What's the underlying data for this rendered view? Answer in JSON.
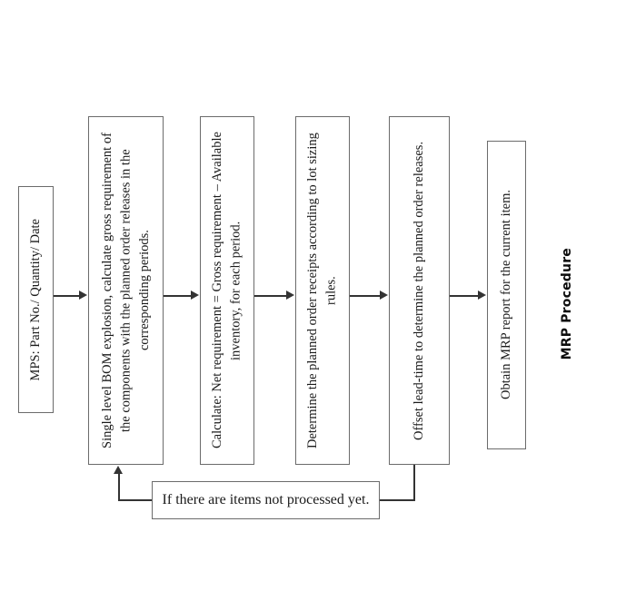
{
  "diagram": {
    "caption": "MRP Procedure",
    "steps": [
      {
        "id": "mps",
        "label": "MPS: Part No./ Quantity/ Date"
      },
      {
        "id": "bom",
        "label": "Single level BOM explosion, calculate gross requirement of the components with the planned order releases in the corresponding periods."
      },
      {
        "id": "netreq",
        "label": "Calculate: Net requirement = Gross requirement – Available inventory, for each period."
      },
      {
        "id": "receipts",
        "label": "Determine the planned order receipts according to lot sizing rules."
      },
      {
        "id": "offset",
        "label": "Offset lead-time to determine the planned order releases."
      },
      {
        "id": "report",
        "label": "Obtain MRP report for the current item."
      }
    ],
    "feedback": {
      "id": "loop",
      "label": "If there are items not processed yet."
    },
    "colors": {
      "box_border": "#6b6b6b",
      "connector": "#333333",
      "text": "#1a1a1a",
      "background": "#ffffff"
    }
  }
}
